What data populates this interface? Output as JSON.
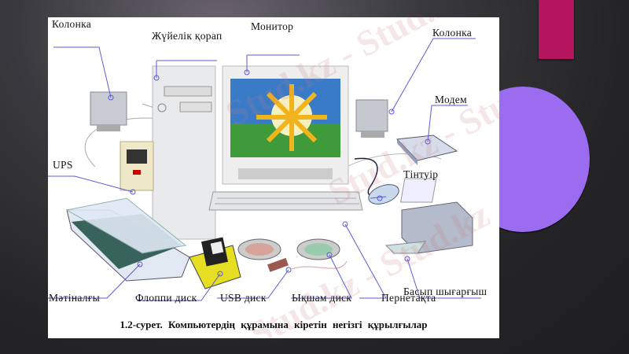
{
  "slide": {
    "accent_colors": {
      "bar": "#b5155f",
      "circle": "#9b6cf0",
      "background": "#2a2a2c"
    }
  },
  "figure": {
    "caption": "1.2-сурет.  Компьютердің құрамына кіретін  негізгі  құрылғылар",
    "labels": {
      "speaker_left": "Колонка",
      "system_unit": "Жүйелік қорап",
      "monitor": "Монитор",
      "speaker_right": "Колонка",
      "modem": "Модем",
      "ups": "UPS",
      "mouse": "Тінтуір",
      "printer": "Басып шығарғыш",
      "scanner": "Мәтіналғы",
      "floppy": "Флоппи диск",
      "usb": "USB диск",
      "cd": "Ықшам диск",
      "keyboard": "Пернетақта"
    },
    "watermark": "Stud.kz - Stud.kz"
  }
}
